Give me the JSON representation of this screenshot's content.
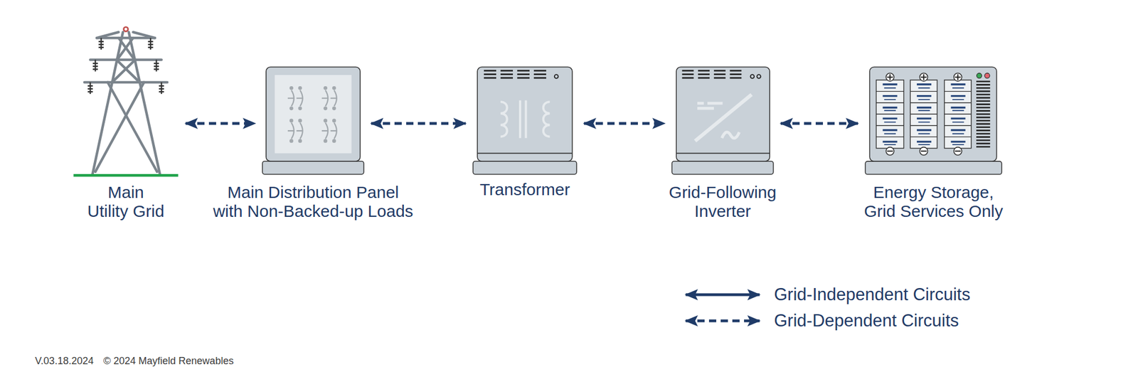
{
  "diagram": {
    "nodes": [
      {
        "text": [
          "Main Utility Grid"
        ]
      },
      {
        "text": [
          "Main Distribution Panel with Non-Backed-up Loads"
        ]
      },
      {
        "text": [
          "Transformer"
        ]
      },
      {
        "text": [
          "Grid-Following Inverter"
        ]
      },
      {
        "text": [
          "Energy Storage, Grid Services Only"
        ]
      }
    ],
    "edges": [
      {
        "from": 0,
        "to": 1,
        "arrow": "both"
      },
      {
        "from": 1,
        "to": 2,
        "arrow": "both"
      },
      {
        "from": 2,
        "to": 3,
        "arrow": "both"
      },
      {
        "from": 3,
        "to": 4,
        "arrow": "both"
      }
    ],
    "labels": [
      "V.03.18.2024",
      "© 2024 Mayfield Renewables"
    ],
    "legend": [
      {
        "text": "Grid-Independent Circuits"
      },
      {
        "text": "Grid-Dependent Circuits"
      }
    ]
  }
}
